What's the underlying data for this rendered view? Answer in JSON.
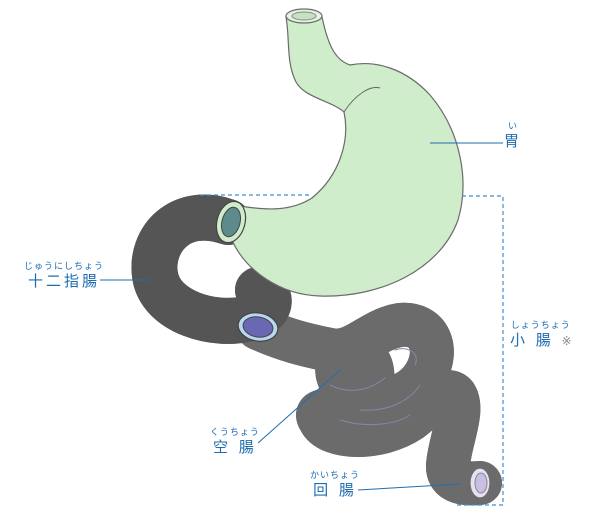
{
  "labels": {
    "stomach": {
      "ruby": "い",
      "text": "胃"
    },
    "duodenum": {
      "ruby": "じゅうにしちょう",
      "text": "十二指腸"
    },
    "small_intestine": {
      "ruby": "しょうちょう",
      "text": "小 腸",
      "note": "※"
    },
    "jejunum": {
      "ruby": "くうちょう",
      "text": "空 腸"
    },
    "ileum": {
      "ruby": "かいちょう",
      "text": "回 腸"
    }
  },
  "colors": {
    "label": "#1f6db3",
    "stomach": "#cfeccb",
    "duodenum": "#94c6e6",
    "small_intestine": "#d9d1ef",
    "opening": "#6a68b3",
    "outline": "#6b6b6b"
  }
}
